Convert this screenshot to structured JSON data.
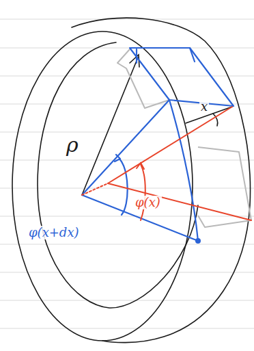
{
  "diagram": {
    "labels": [
      "ρ",
      "x",
      "φ(x)",
      "φ(x+dx)"
    ]
  }
}
